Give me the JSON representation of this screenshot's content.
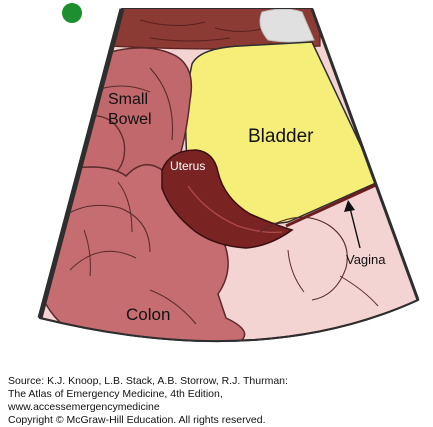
{
  "diagram": {
    "labels": {
      "small_bowel_line1": "Small",
      "small_bowel_line2": "Bowel",
      "bladder": "Bladder",
      "uterus": "Uterus",
      "vagina": "Vagina",
      "colon": "Colon"
    },
    "colors": {
      "bladder": "#f5ef7a",
      "uterus": "#7a2323",
      "bowel": "#c0686c",
      "vagina": "#f4d3d3",
      "muscle": "#8b3a34",
      "outline": "#2e2e2e",
      "orientation_marker": "#1e8f2e"
    }
  },
  "source": {
    "line1": "Source: K.J. Knoop, L.B. Stack, A.B. Storrow, R.J. Thurman:",
    "line2": "The Atlas of Emergency Medicine, 4th Edition,",
    "line3": "www.accessemergencymedicine",
    "line4": "Copyright © McGraw-Hill Education. All rights reserved."
  }
}
